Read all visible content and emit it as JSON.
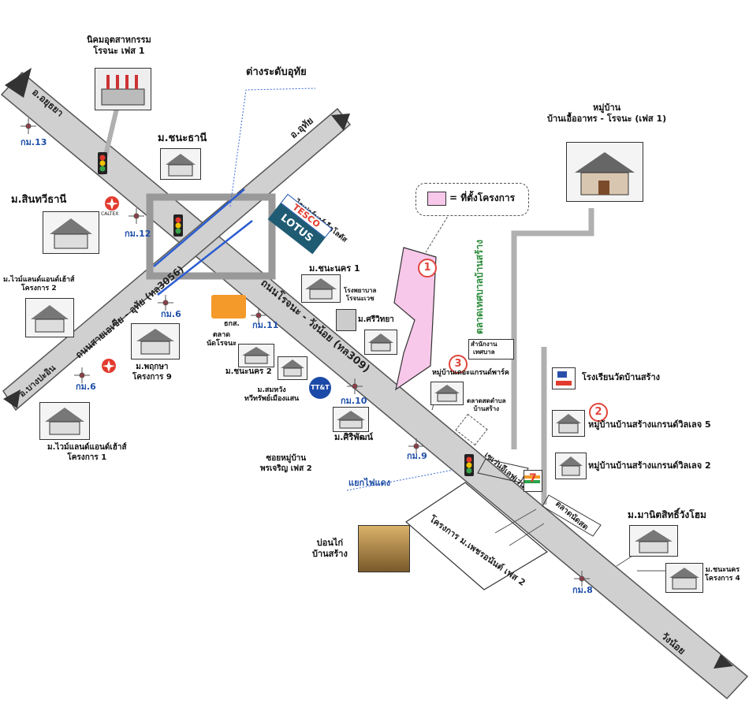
{
  "roads": {
    "main_road": "ถนนโรจนะ - วังน้อย (ทล309)",
    "cross_road": "ถนนสายเอเซีย - อุทัย (ทล3056)",
    "to_ayutthaya": "อ.อยุธยา",
    "to_uthai": "อ.อุทัย",
    "to_bang_pahan": "อ.บางปะอิน",
    "to_wang_noi": "วังน้อย",
    "overpass": "ต่างระดับอุทัย",
    "intersection": "แยกไฟแดง",
    "market_road": "ตลาดเทศบาลบ้านสร้าง"
  },
  "markers": {
    "km13": "กม.13",
    "km12": "กม.12",
    "km11": "กม.11",
    "km10": "กม.10",
    "km9": "กม.9",
    "km8": "กม.8",
    "km6a": "กม.6",
    "km6b": "กม.6"
  },
  "legend": {
    "text": "= ที่ตั้งโครงการ",
    "color": "#f7c8ea"
  },
  "places": {
    "industrial": "นิคมอุตสาหกรรม\nโรจนะ เฟส 1",
    "mb_chanathani": "ม.ชนะธานี",
    "mb_sinthawi": "ม.สินทวีธานี",
    "mb_project2_left": "ม.ไวม์แลนด์แอนด์เฮ้าส์\nโครงการ 2",
    "mb_project1_left": "ม.ไวม์แลนด์แอนด์เฮ้าส์\nโครงการ 1",
    "mb_prueksa": "ม.พฤกษา\nโครงการ 9",
    "tesco_label": "ไฮเปอร์มาร์เก็ตโลตัส",
    "tesco": "TESCO",
    "lotus": "LOTUS",
    "chana_1": "ม.ชนะนคร 1",
    "hospital": "โรงพยาบาล\nโรจนะเวช",
    "mb_sriwithaya": "ม.ศรีวิทยา",
    "mb_chanakorn2": "ม.ชนะนคร 2",
    "market_lotus": "ตลาด\nนัดโรจนะ",
    "bank_label": "ธกส.",
    "mb_sanchai": "ม.สมหวัง\nทวีทรัพย์เมืองแสน",
    "mb_siriphat": "ม.ศิริพัฒน์",
    "mb_phanchai": "ซอยหมู่บ้าน\nพรเจริญ เฟส 2",
    "office": "สำนักงาน\nเทศบาล",
    "project3": "หมู่บ้านเดอะแกรนด์พาร์ค",
    "school_market": "ตลาดสดตำบล\nบ้านสร้าง",
    "village_top": "หมู่บ้าน\nบ้านเอื้ออาทร - โรจนะ (เฟส 1)",
    "school": "โรงเรียนวัดบ้านสร้าง",
    "village_5": "หมู่บ้านบ้านสร้างแกรนด์วิลเลจ 5",
    "village_2": "หมู่บ้านบ้านสร้างแกรนด์วิลเลจ 2",
    "project_center": "โครงการ\nม.เพชรอนันต์ เฟส 2",
    "pond": "บ่อนไก่\nบ้านสร้าง",
    "store_7": "7-Eleven",
    "store_tt": "TT&T",
    "mb_manit": "ม.มานิตสิทธิ์วังโฮม",
    "mb_chanakorn_right": "ม.ชนะนคร\nโครงการ 4",
    "seven_label": "เซเว่นอีเลฟเว่น",
    "market_bottom": "ตลาดนัดสด",
    "caltex": "CALTEX"
  },
  "badges": [
    "1",
    "2",
    "3"
  ]
}
